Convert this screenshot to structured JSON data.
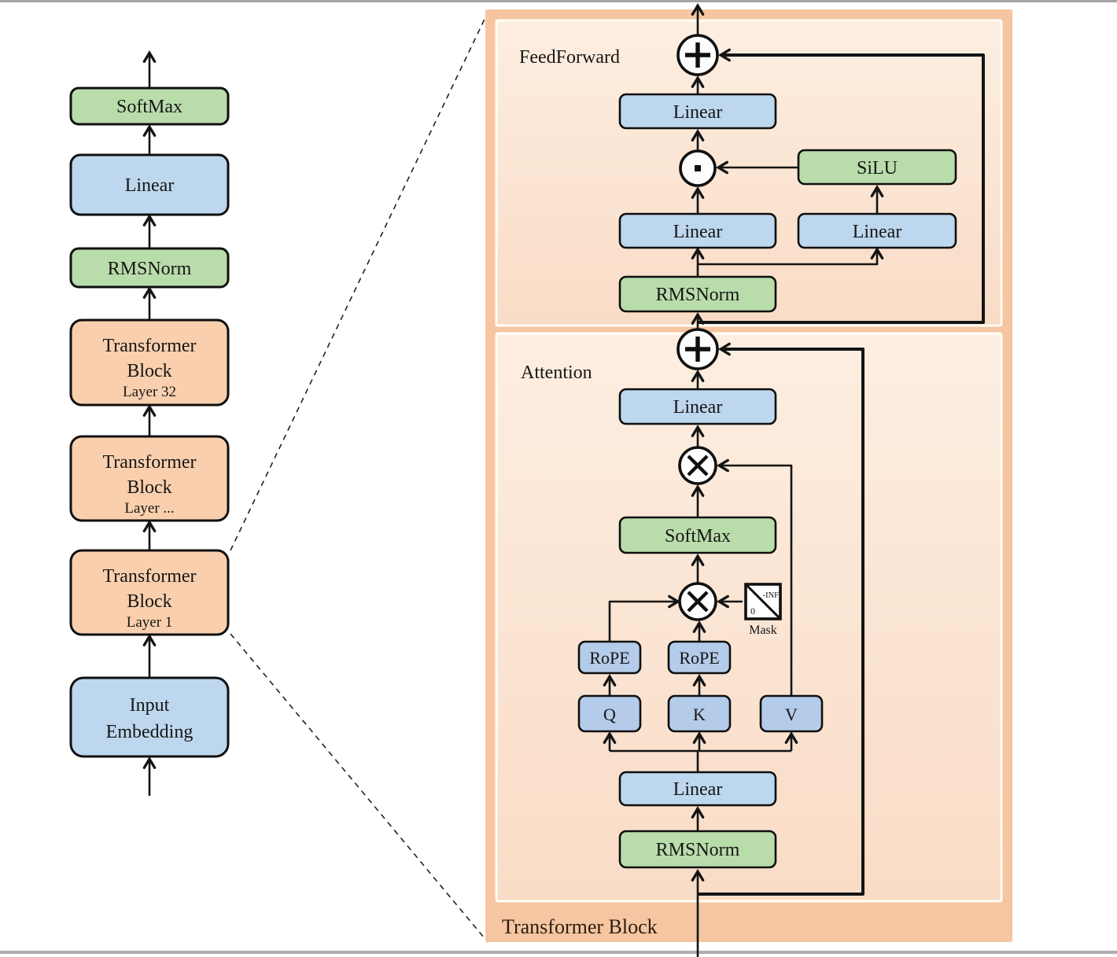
{
  "page": {
    "background": "#ffffff",
    "top_border_color": "#a5a5a5",
    "bottom_border_color": "#aeaeae"
  },
  "colors": {
    "blue_block": "#bdd7ee",
    "blue_small_block": "#b4cbe9",
    "green_block": "#b9dcab",
    "orange_block": "#f9cfad",
    "panel_outer": "#f5c6a1",
    "panel_inner_top": "#fdeee1",
    "panel_inner_bottom": "#f9dcc6",
    "line": "#141414",
    "circle_fill": "#fdfdfd"
  },
  "left_column": {
    "blocks": [
      {
        "id": "softmax",
        "label": "SoftMax"
      },
      {
        "id": "linear",
        "label": "Linear"
      },
      {
        "id": "rmsnorm",
        "label": "RMSNorm"
      },
      {
        "id": "transformer-block-32",
        "line1": "Transformer",
        "line2": "Block",
        "sublabel": "Layer 32"
      },
      {
        "id": "transformer-block-dots",
        "line1": "Transformer",
        "line2": "Block",
        "sublabel": "Layer ..."
      },
      {
        "id": "transformer-block-1",
        "line1": "Transformer",
        "line2": "Block",
        "sublabel": "Layer 1"
      },
      {
        "id": "input-embedding",
        "line1": "Input",
        "line2": "Embedding"
      }
    ]
  },
  "right_panel": {
    "outer_label": "Transformer Block",
    "feedforward": {
      "section_label": "FeedForward",
      "linear_out": "Linear",
      "silu": "SiLU",
      "linear_gate": "Linear",
      "linear_up": "Linear",
      "rmsnorm": "RMSNorm"
    },
    "attention": {
      "section_label": "Attention",
      "linear_out": "Linear",
      "softmax": "SoftMax",
      "mask_label": "Mask",
      "mask_neg_inf": "-INF",
      "mask_zero": "0",
      "rope_q": "RoPE",
      "rope_k": "RoPE",
      "q": "Q",
      "k": "K",
      "v": "V",
      "linear_qkv": "Linear",
      "rmsnorm": "RMSNorm"
    },
    "icons": {
      "add_operator": "circle-plus",
      "elementwise_product_operator": "circle-dot",
      "matmul_operator": "circle-cross"
    }
  }
}
